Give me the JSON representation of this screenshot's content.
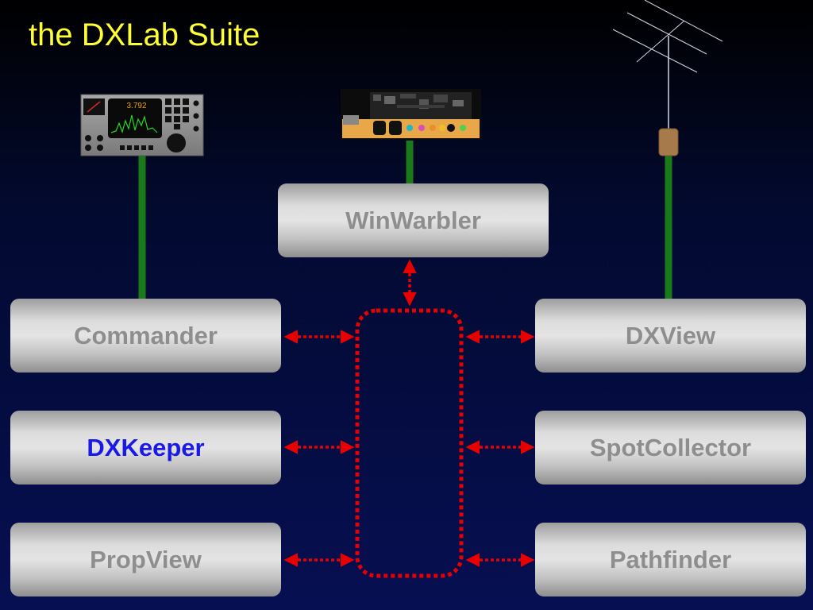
{
  "title": "the DXLab Suite",
  "modules": {
    "winwarbler": "WinWarbler",
    "commander": "Commander",
    "dxkeeper": "DXKeeper",
    "propview": "PropView",
    "dxview": "DXView",
    "spotcollector": "SpotCollector",
    "pathfinder": "Pathfinder"
  },
  "radio": {
    "frequency": "3.792"
  },
  "colors": {
    "title": "#ffff33",
    "highlight_module": "#1a1ae6",
    "module_text": "#8e8e8e",
    "link_line": "#1a7a1a",
    "bus_dotted": "#e60000"
  },
  "icons": [
    "transceiver-icon",
    "sound-card-icon",
    "antenna-icon"
  ]
}
